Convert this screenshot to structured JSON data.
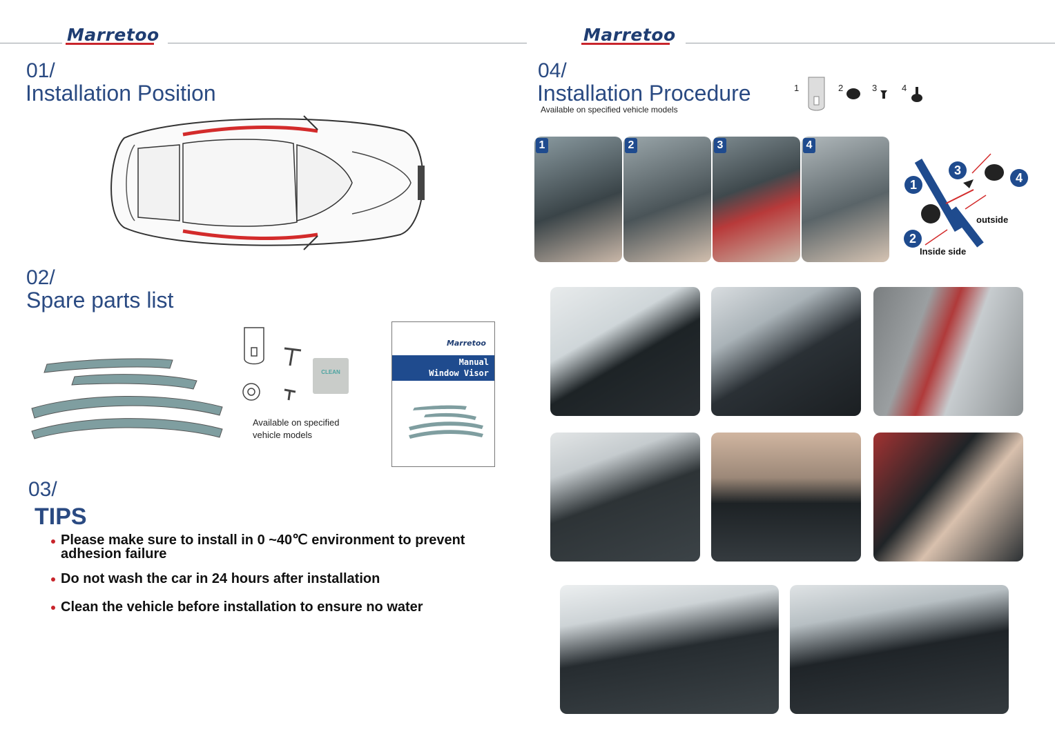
{
  "brand": {
    "name": "Marretoo"
  },
  "left": {
    "section1": {
      "num": "01",
      "title": "Installation Position"
    },
    "section2": {
      "num": "02",
      "title": "Spare parts list",
      "note_line1": "Available on specified",
      "note_line2": "vehicle models",
      "clean_label": "CLEAN"
    },
    "manual": {
      "brand": "Marretoo",
      "line1": "Manual",
      "line2": "Window Visor"
    },
    "section3": {
      "num": "03",
      "title": "TIPS",
      "tips": [
        {
          "line1": "Please make sure to install in   0 ~40℃ environment to prevent",
          "line2": "adhesion failure"
        },
        {
          "line1": "Do not wash the car in 24 hours after installation",
          "line2": ""
        },
        {
          "line1": "Clean the vehicle before installation to ensure no water",
          "line2": ""
        }
      ]
    }
  },
  "right": {
    "section4": {
      "num": "04",
      "title": "Installation Procedure",
      "subtitle": "Available on specified vehicle models"
    },
    "parts": [
      "1",
      "2",
      "3",
      "4"
    ],
    "steps": [
      "1",
      "2",
      "3",
      "4"
    ],
    "diagram": {
      "n1": "1",
      "n2": "2",
      "n3": "3",
      "n4": "4",
      "outside": "outside",
      "inside": "Inside side"
    }
  }
}
